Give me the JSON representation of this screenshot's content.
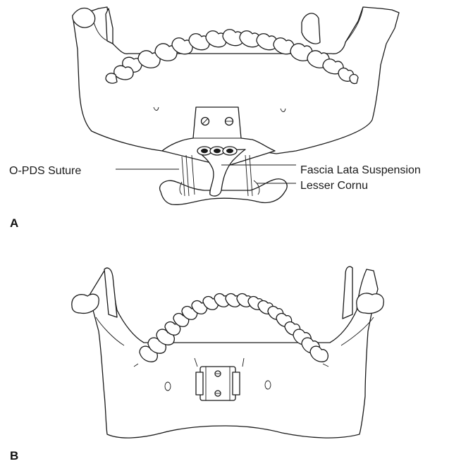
{
  "figure": {
    "panel_a": {
      "letter": "A",
      "labels": {
        "opds_suture": "O-PDS Suture",
        "fascia_lata": "Fascia Lata Suspension",
        "lesser_cornu": "Lesser Cornu"
      }
    },
    "panel_b": {
      "letter": "B"
    }
  }
}
